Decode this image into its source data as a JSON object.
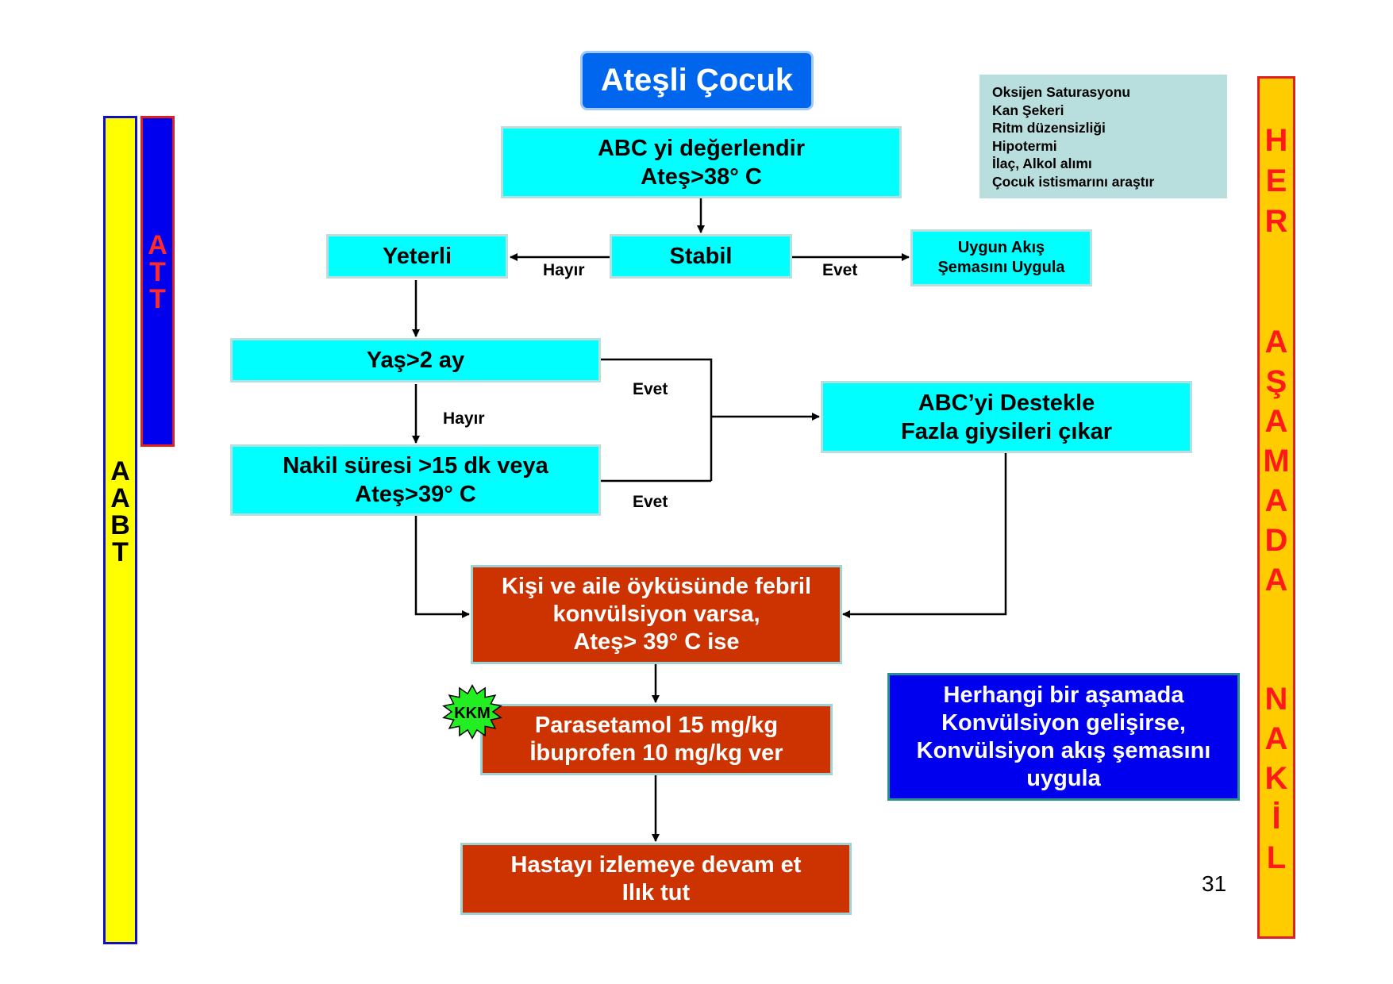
{
  "title": "Ateşli Çocuk",
  "info_list": [
    "Oksijen Saturasyonu",
    "Kan Şekeri",
    "Ritm düzensizliği",
    "Hipotermi",
    "İlaç, Alkol alımı",
    "Çocuk istismarını araştır"
  ],
  "side_bars": {
    "aabt": [
      "A",
      "A",
      "B",
      "T"
    ],
    "att": [
      "A",
      "T",
      "T"
    ],
    "her": [
      "H",
      "E",
      "R"
    ],
    "asamada": [
      "A",
      "Ş",
      "A",
      "M",
      "A",
      "D",
      "A"
    ],
    "nakil": [
      "N",
      "A",
      "K",
      "İ",
      "L"
    ]
  },
  "nodes": {
    "abc": {
      "line1": "ABC yi değerlendir",
      "line2": "Ateş>38° C"
    },
    "stabil": "Stabil",
    "yeterli": "Yeterli",
    "uygun": {
      "line1": "Uygun Akış",
      "line2": "Şemasını Uygula"
    },
    "yas": "Yaş>2 ay",
    "nakil_suresi": {
      "line1": "Nakil süresi >15 dk veya",
      "line2": "Ateş>39° C"
    },
    "abc_destekle": {
      "line1": "ABC’yi Destekle",
      "line2": "Fazla giysileri çıkar"
    },
    "kisi": {
      "line1": "Kişi ve aile öyküsünde febril",
      "line2": "konvülsiyon varsa,",
      "line3": "Ateş> 39° C ise"
    },
    "parasetamol": {
      "line1": "Parasetamol 15 mg/kg",
      "line2": "İbuprofen 10 mg/kg ver"
    },
    "hastayi": {
      "line1": "Hastayı izlemeye devam et",
      "line2": "Ilık tut"
    },
    "herhangi": {
      "line1": "Herhangi bir aşamada",
      "line2": "Konvülsiyon gelişirse,",
      "line3": "Konvülsiyon akış şemasını",
      "line4": "uygula"
    }
  },
  "edge_labels": {
    "hayir1": "Hayır",
    "evet1": "Evet",
    "evet2": "Evet",
    "hayir2": "Hayır",
    "evet3": "Evet"
  },
  "badge": "KKM",
  "page_number": "31",
  "colors": {
    "cyan": "#00ffff",
    "red_box": "#cc3300",
    "blue_box": "#0000ee",
    "yellow_bar": "#ffff00",
    "orange_bar": "#ffcc00",
    "title_bg": "#0066ee",
    "info_bg": "#b9dede",
    "badge": "#22ee22"
  }
}
